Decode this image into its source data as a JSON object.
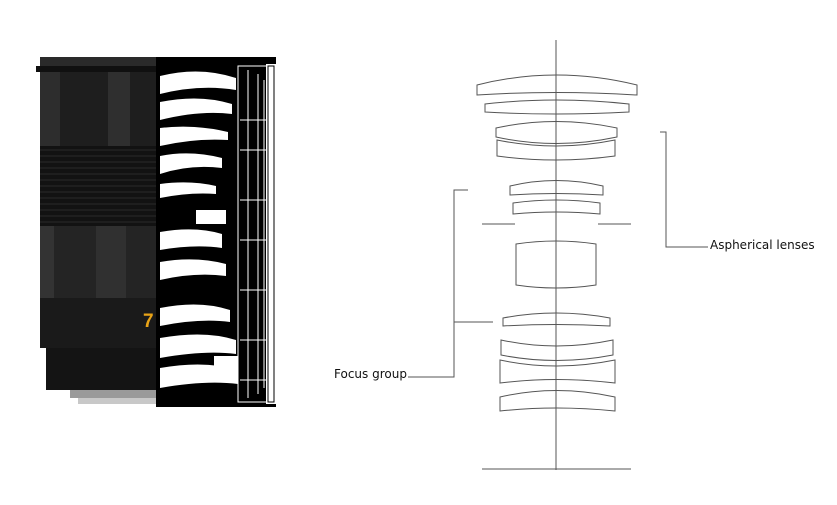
{
  "labels": {
    "focus_group": "Focus group",
    "aspherical_lenses": "Aspherical lenses"
  },
  "lens_photo": {
    "engraving_digit": "7",
    "engraving_color": "#e8a317"
  },
  "colors": {
    "line": "#555555",
    "barrel": "#1c1c1c",
    "background": "#ffffff"
  }
}
